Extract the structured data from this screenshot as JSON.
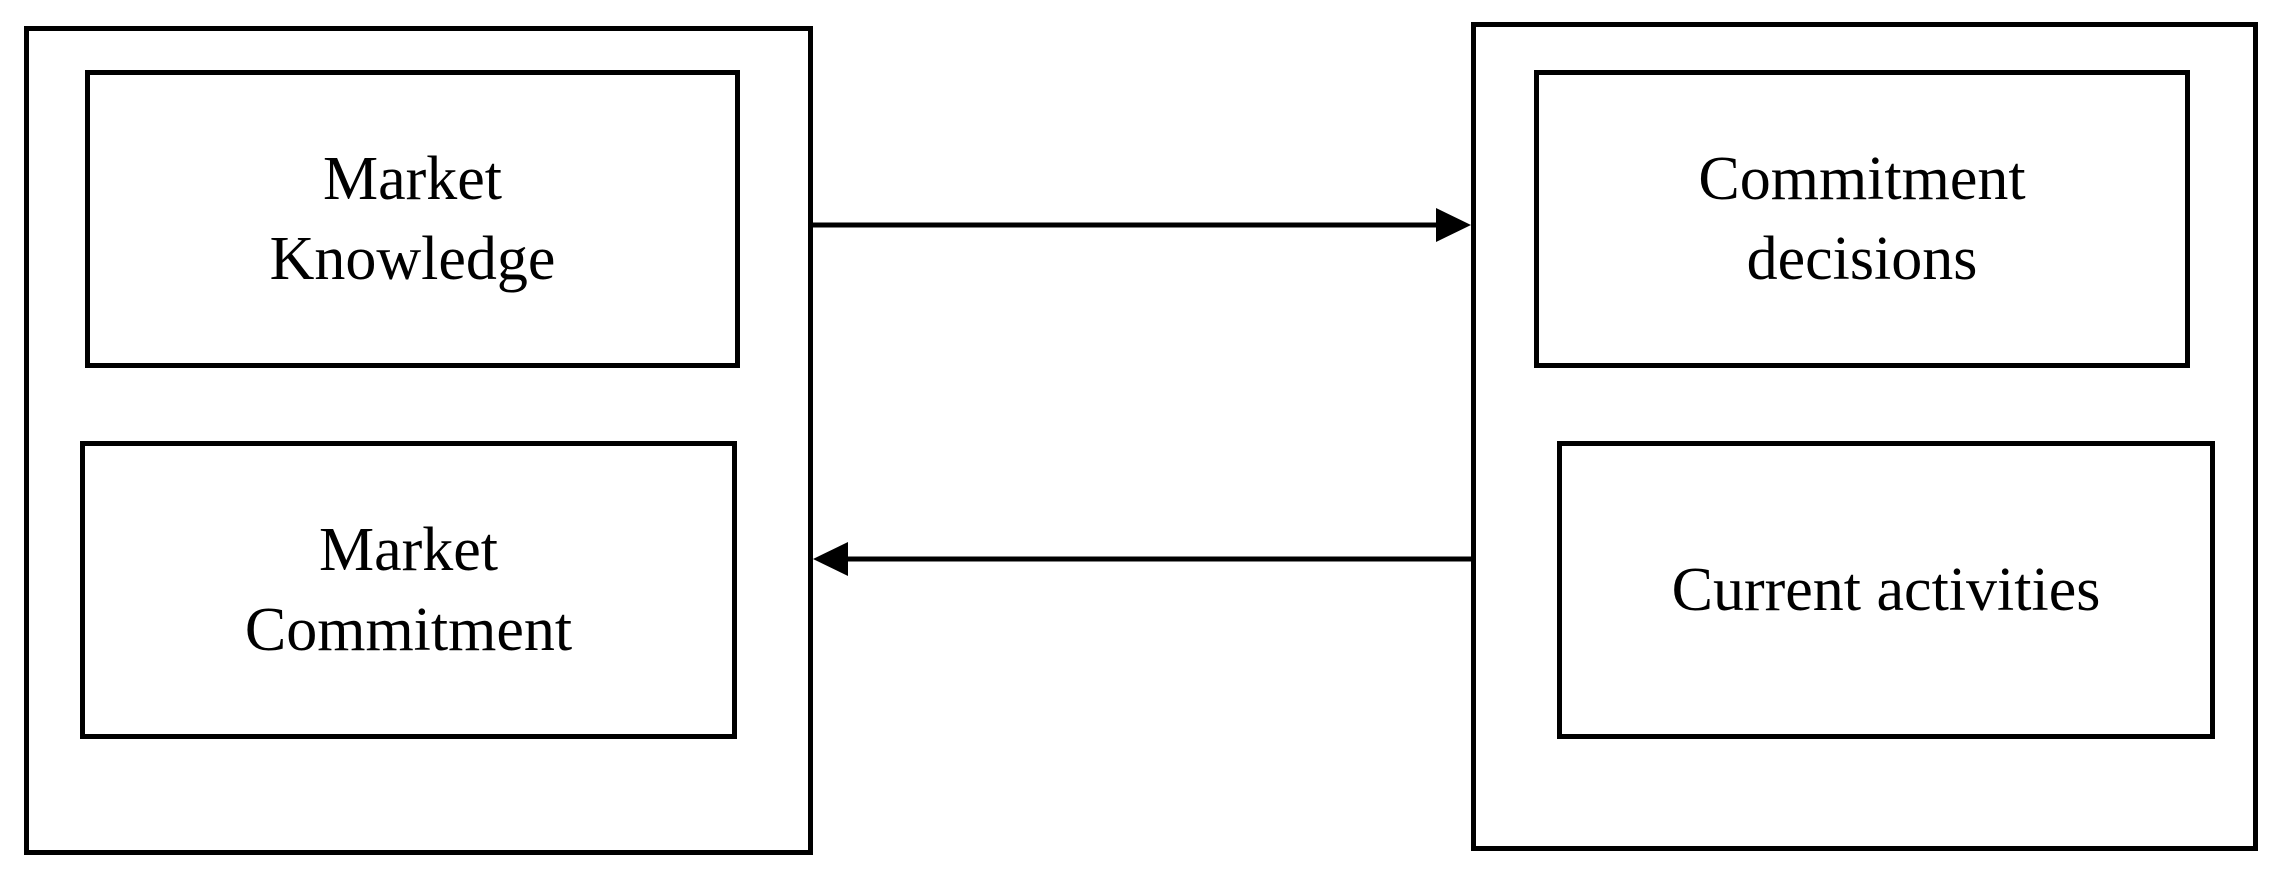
{
  "diagram": {
    "left_group": {
      "top_box": "Market\nKnowledge",
      "bottom_box": "Market\nCommitment"
    },
    "right_group": {
      "top_box": "Commitment\ndecisions",
      "bottom_box": "Current activities"
    }
  }
}
